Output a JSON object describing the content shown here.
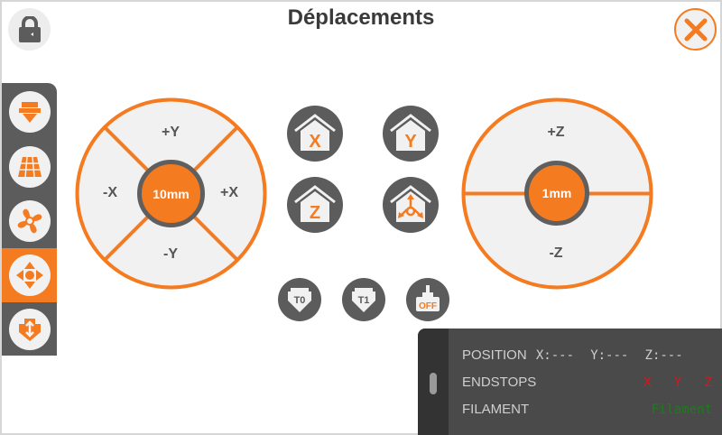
{
  "header": {
    "title": "Déplacements",
    "lock_icon": "lock-icon",
    "close_icon": "close-icon"
  },
  "colors": {
    "accent": "#f47b20",
    "dark": "#5c5c5c",
    "light": "#f1f1f1",
    "endstop_triggered": "#d9161d",
    "filament_ok": "#1f7a1f"
  },
  "sidebar": {
    "items": [
      {
        "name": "extruder",
        "icon": "extruder-icon",
        "active": false
      },
      {
        "name": "bed-leveling",
        "icon": "bed-grid-icon",
        "active": false
      },
      {
        "name": "fan",
        "icon": "fan-icon",
        "active": false
      },
      {
        "name": "move",
        "icon": "move-arrows-icon",
        "active": true
      },
      {
        "name": "filament-load",
        "icon": "filament-load-icon",
        "active": false
      }
    ]
  },
  "xy_pad": {
    "up": "+Y",
    "down": "-Y",
    "left": "-X",
    "right": "+X",
    "step": "10mm"
  },
  "z_pad": {
    "up": "+Z",
    "down": "-Z",
    "step": "1mm"
  },
  "home_buttons": [
    {
      "label": "X",
      "icon": "home-x-icon"
    },
    {
      "label": "Y",
      "icon": "home-y-icon"
    },
    {
      "label": "Z",
      "icon": "home-z-icon"
    },
    {
      "label": "",
      "icon": "home-all-icon"
    }
  ],
  "tool_buttons": [
    {
      "label": "T0",
      "icon": "tool-t0-icon"
    },
    {
      "label": "T1",
      "icon": "tool-t1-icon"
    },
    {
      "label": "OFF",
      "icon": "motors-off-icon"
    }
  ],
  "status": {
    "position_label": "POSITION",
    "x": "X:---",
    "y": "Y:---",
    "z": "Z:---",
    "endstops_label": "ENDSTOPS",
    "endstop_x": "X",
    "endstop_y": "Y",
    "endstop_z": "Z",
    "filament_label": "FILAMENT",
    "filament_value": "Filament"
  }
}
